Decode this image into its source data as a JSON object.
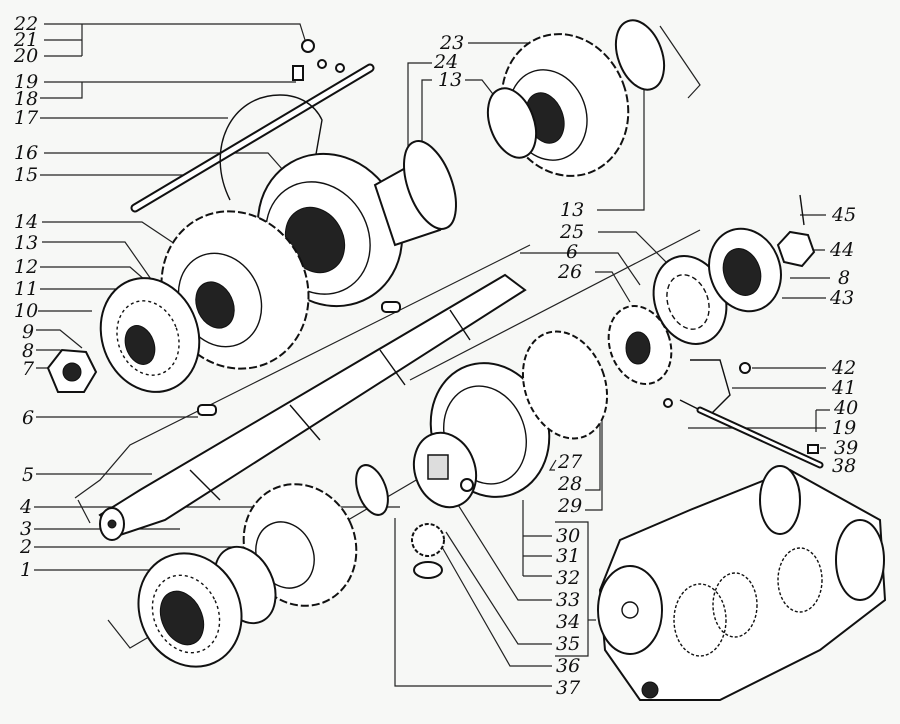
{
  "diagram": {
    "title": "Gearbox exploded view",
    "callouts_left": [
      {
        "id": "22",
        "label": "22"
      },
      {
        "id": "21",
        "label": "21"
      },
      {
        "id": "20",
        "label": "20"
      },
      {
        "id": "19",
        "label": "19"
      },
      {
        "id": "18",
        "label": "18"
      },
      {
        "id": "17",
        "label": "17"
      },
      {
        "id": "16",
        "label": "16"
      },
      {
        "id": "15",
        "label": "15"
      },
      {
        "id": "14",
        "label": "14"
      },
      {
        "id": "13",
        "label": "13"
      },
      {
        "id": "12",
        "label": "12"
      },
      {
        "id": "11",
        "label": "11"
      },
      {
        "id": "10",
        "label": "10"
      },
      {
        "id": "9",
        "label": "9"
      },
      {
        "id": "8",
        "label": "8"
      },
      {
        "id": "7",
        "label": "7"
      },
      {
        "id": "6",
        "label": "6"
      },
      {
        "id": "5",
        "label": "5"
      },
      {
        "id": "4",
        "label": "4"
      },
      {
        "id": "3",
        "label": "3"
      },
      {
        "id": "2",
        "label": "2"
      },
      {
        "id": "1",
        "label": "1"
      }
    ],
    "callouts_top": [
      {
        "id": "23",
        "label": "23"
      },
      {
        "id": "24",
        "label": "24"
      },
      {
        "id": "13",
        "label": "13"
      }
    ],
    "callouts_mid": [
      {
        "id": "13",
        "label": "13"
      },
      {
        "id": "25",
        "label": "25"
      },
      {
        "id": "6",
        "label": "6"
      },
      {
        "id": "26",
        "label": "26"
      }
    ],
    "callouts_right": [
      {
        "id": "45",
        "label": "45"
      },
      {
        "id": "44",
        "label": "44"
      },
      {
        "id": "8",
        "label": "8"
      },
      {
        "id": "43",
        "label": "43"
      },
      {
        "id": "42",
        "label": "42"
      },
      {
        "id": "41",
        "label": "41"
      },
      {
        "id": "40",
        "label": "40"
      },
      {
        "id": "19",
        "label": "19"
      },
      {
        "id": "39",
        "label": "39"
      },
      {
        "id": "38",
        "label": "38"
      }
    ],
    "callouts_bottom": [
      {
        "id": "27",
        "label": "27"
      },
      {
        "id": "28",
        "label": "28"
      },
      {
        "id": "29",
        "label": "29"
      },
      {
        "id": "30",
        "label": "30"
      },
      {
        "id": "31",
        "label": "31"
      },
      {
        "id": "32",
        "label": "32"
      },
      {
        "id": "33",
        "label": "33"
      },
      {
        "id": "34",
        "label": "34"
      },
      {
        "id": "35",
        "label": "35"
      },
      {
        "id": "36",
        "label": "36"
      },
      {
        "id": "37",
        "label": "37"
      }
    ]
  }
}
